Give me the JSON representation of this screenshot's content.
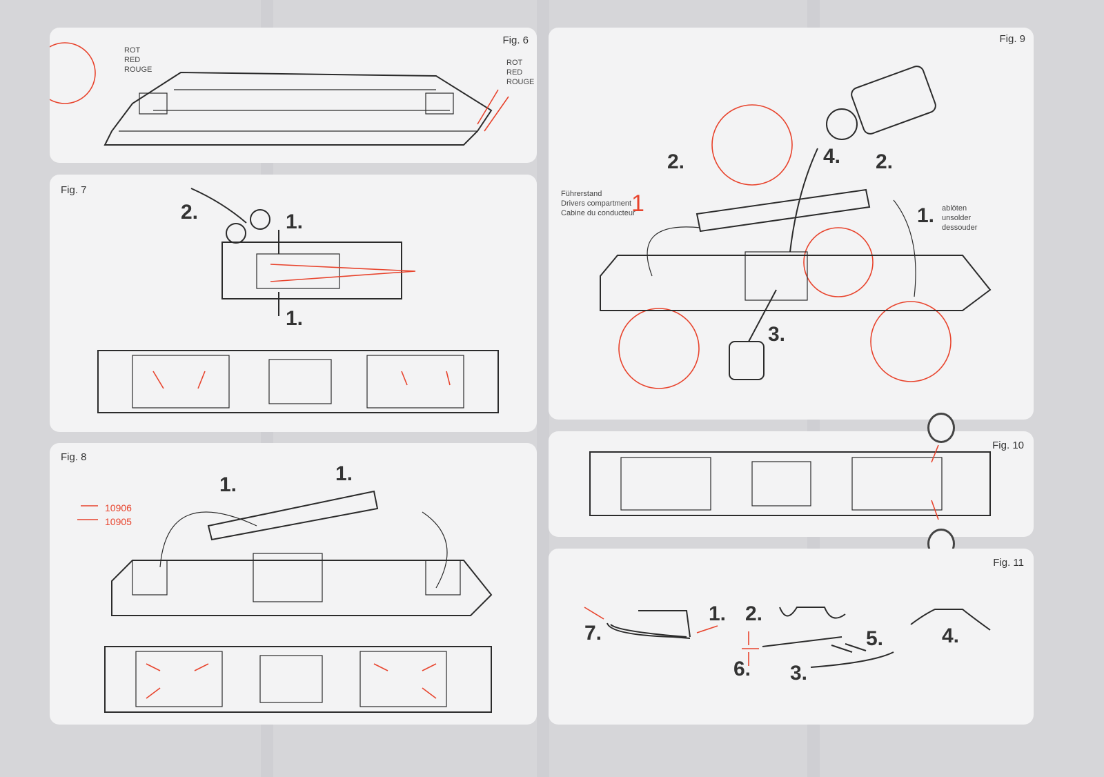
{
  "figures": {
    "fig6": {
      "title": "Fig. 6",
      "label_left": [
        "ROT",
        "RED",
        "ROUGE"
      ],
      "label_right": [
        "ROT",
        "RED",
        "ROUGE"
      ]
    },
    "fig7": {
      "title": "Fig. 7",
      "steps": [
        "2.",
        "1.",
        "1."
      ]
    },
    "fig8": {
      "title": "Fig. 8",
      "steps": [
        "1.",
        "1."
      ],
      "legend": [
        "10906",
        "10905"
      ]
    },
    "fig9": {
      "title": "Fig. 9",
      "steps": [
        "2.",
        "4.",
        "2.",
        "1.",
        "3."
      ],
      "cab_label": [
        "Führerstand",
        "Drivers compartment",
        "Cabine du conducteur"
      ],
      "cab_number": "1",
      "unsolder_label": [
        "ablöten",
        "unsolder",
        "dessouder"
      ]
    },
    "fig10": {
      "title": "Fig. 10"
    },
    "fig11": {
      "title": "Fig. 11",
      "steps": [
        "7.",
        "1.",
        "2.",
        "6.",
        "3.",
        "5.",
        "4."
      ]
    }
  },
  "colors": {
    "accent": "#e8432c",
    "panel": "#f3f3f4",
    "background": "#d6d6d9"
  }
}
